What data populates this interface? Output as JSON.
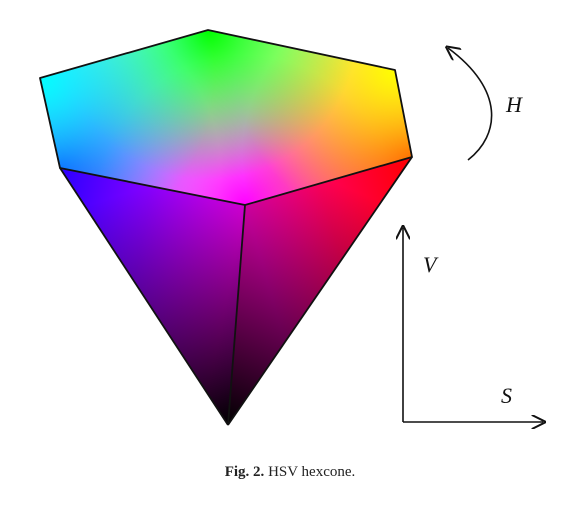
{
  "axes": {
    "hue_label": "H",
    "value_label": "V",
    "saturation_label": "S"
  },
  "caption": {
    "lead": "Fig. 2.",
    "text": "HSV hexcone."
  },
  "colors": {
    "edge": "#111111",
    "apex": "#000000",
    "top_center": "#ffffff",
    "cyan": "#00ffff",
    "green": "#00ff00",
    "yellow": "#ffff00",
    "red": "#ff0000",
    "magenta": "#ff00ff",
    "blue": "#0000ff"
  }
}
